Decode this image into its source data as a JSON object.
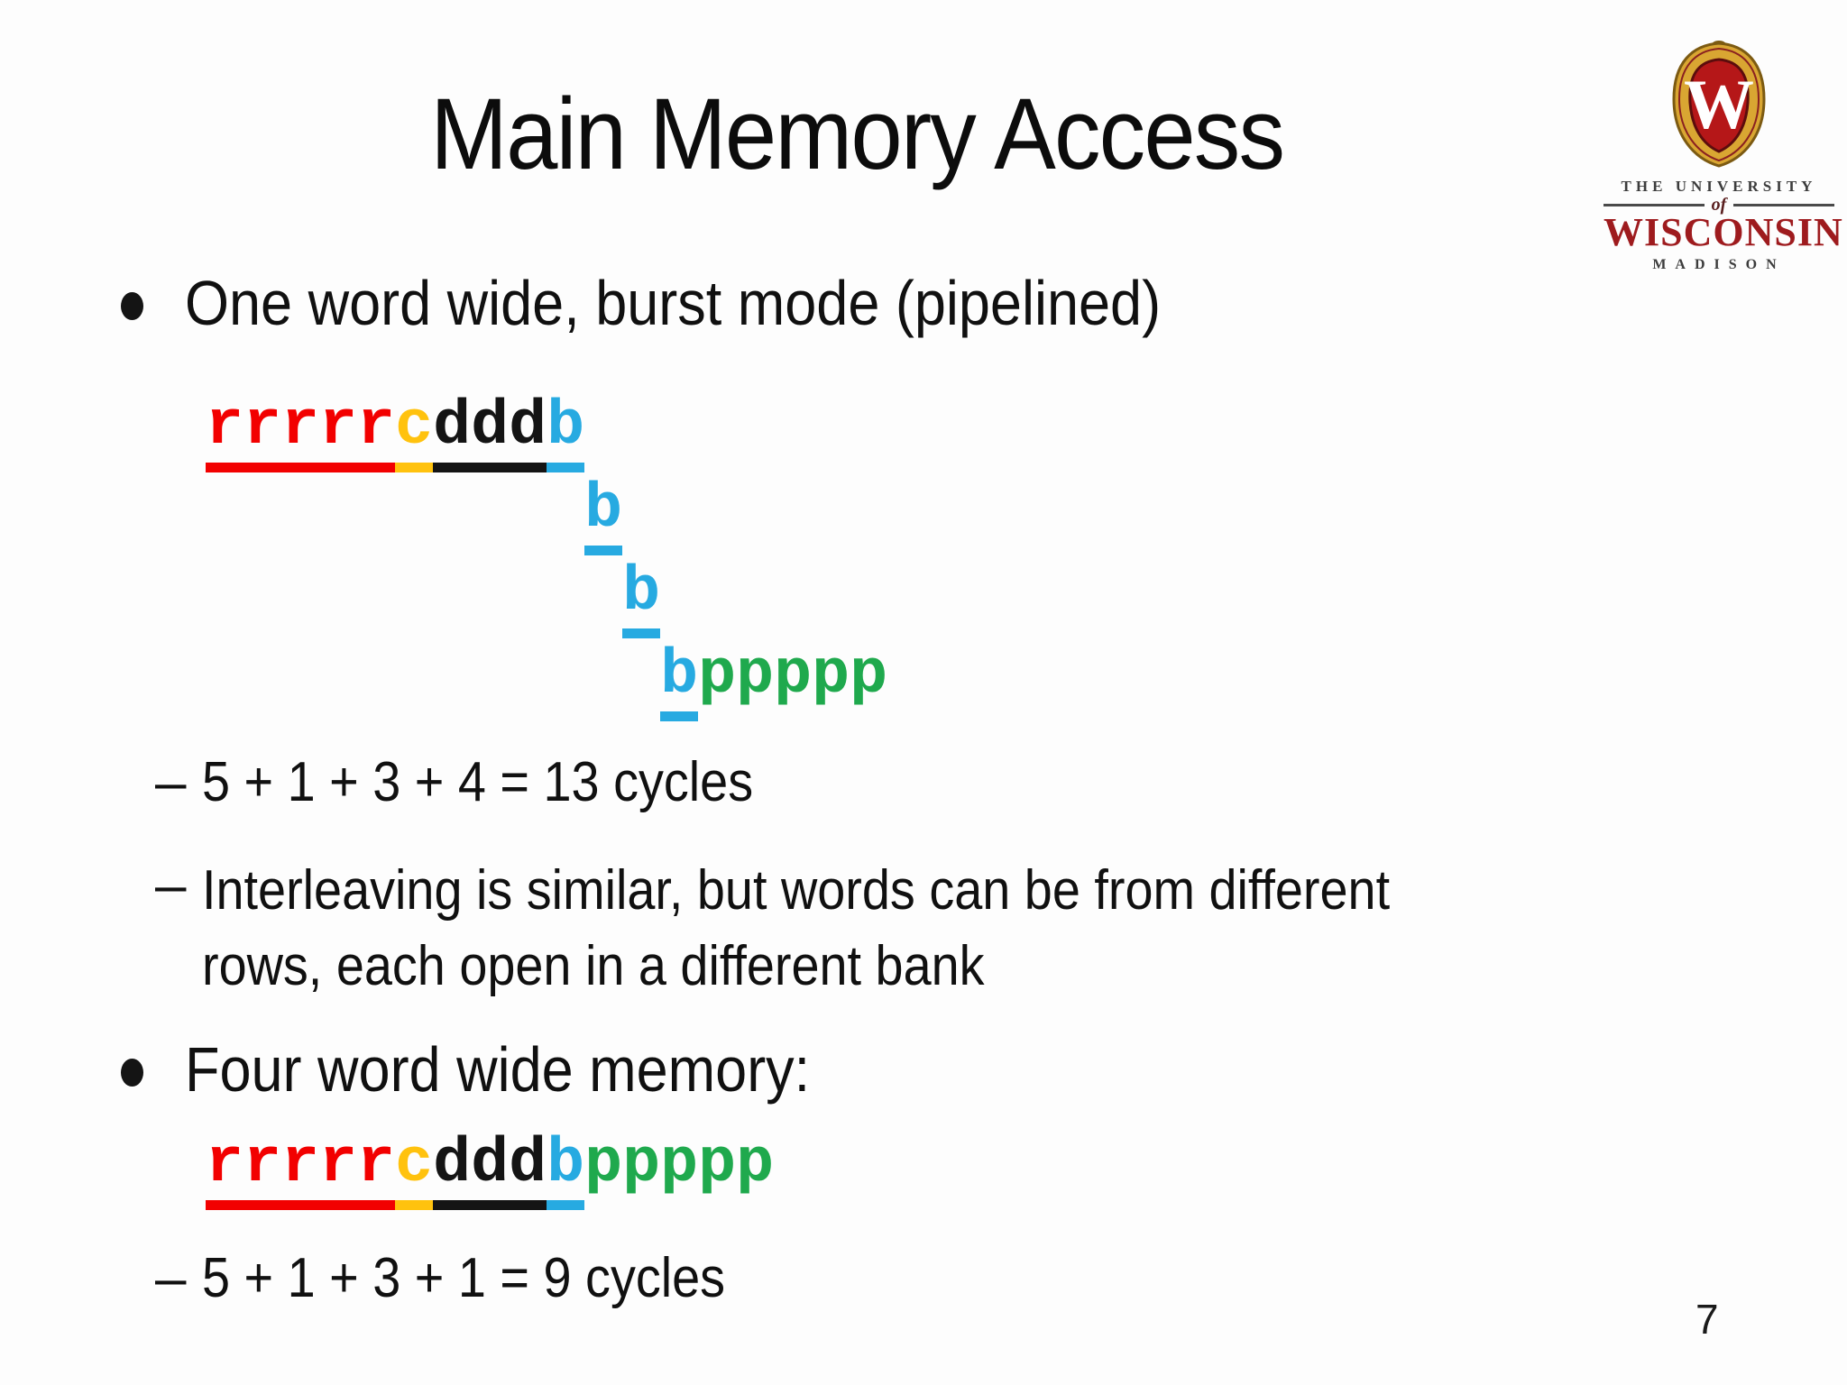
{
  "slide": {
    "title": "Main Memory Access",
    "bullet_glyph": "•",
    "dash": "–",
    "bullet1": "One word wide, burst mode (pipelined)",
    "sub1": "5 + 1 + 3 + 4 = 13 cycles",
    "sub2_lines": [
      "Interleaving is similar, but words can be from different",
      "rows, each open in a different bank"
    ],
    "bullet2": "Four word wide memory:",
    "sub3": "5 + 1 + 3 + 1 = 9 cycles",
    "page_number": "7"
  },
  "colors": {
    "red": "#F20000",
    "orange": "#FFC20E",
    "black": "#141414",
    "blue": "#27AAE1",
    "green": "#1FA94D"
  },
  "diagram1": {
    "rows": [
      {
        "indent": 0,
        "segments": [
          {
            "t": "rrrrr",
            "c": "red",
            "u": true
          },
          {
            "t": "c",
            "c": "orange",
            "u": true
          },
          {
            "t": "ddd",
            "c": "black",
            "u": true
          },
          {
            "t": "b",
            "c": "blue",
            "u": true
          }
        ]
      },
      {
        "indent": 10,
        "segments": [
          {
            "t": "b",
            "c": "blue",
            "u": true
          }
        ]
      },
      {
        "indent": 11,
        "segments": [
          {
            "t": "b",
            "c": "blue",
            "u": true
          }
        ]
      },
      {
        "indent": 12,
        "segments": [
          {
            "t": "b",
            "c": "blue",
            "u": true
          },
          {
            "t": "ppppp",
            "c": "green",
            "u": false
          }
        ]
      }
    ]
  },
  "diagram2": {
    "rows": [
      {
        "indent": 0,
        "segments": [
          {
            "t": "rrrrr",
            "c": "red",
            "u": true
          },
          {
            "t": "c",
            "c": "orange",
            "u": true
          },
          {
            "t": "ddd",
            "c": "black",
            "u": true
          },
          {
            "t": "b",
            "c": "blue",
            "u": true
          },
          {
            "t": "ppppp",
            "c": "green",
            "u": false
          }
        ]
      }
    ]
  },
  "logo": {
    "crest_letter": "W",
    "line1": "THE UNIVERSITY",
    "of": "of",
    "line2": "WISCONSIN",
    "line3": "MADISON"
  }
}
